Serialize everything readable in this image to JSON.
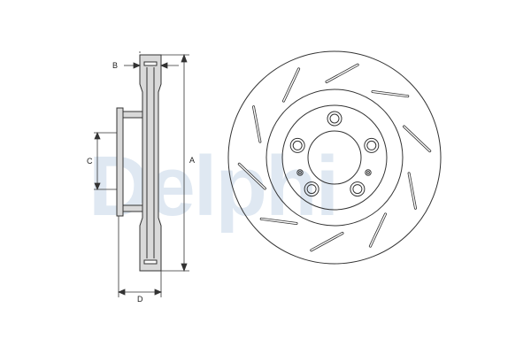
{
  "labels": {
    "A": "A",
    "B": "B",
    "C": "C",
    "D": "D"
  },
  "watermark": "Delphi",
  "colors": {
    "line": "#333333",
    "fill": "#d9d9d9",
    "watermark": "#dfe8f2"
  },
  "disc": {
    "bolt_holes": 5,
    "small_holes": 2,
    "grooves": 10
  }
}
